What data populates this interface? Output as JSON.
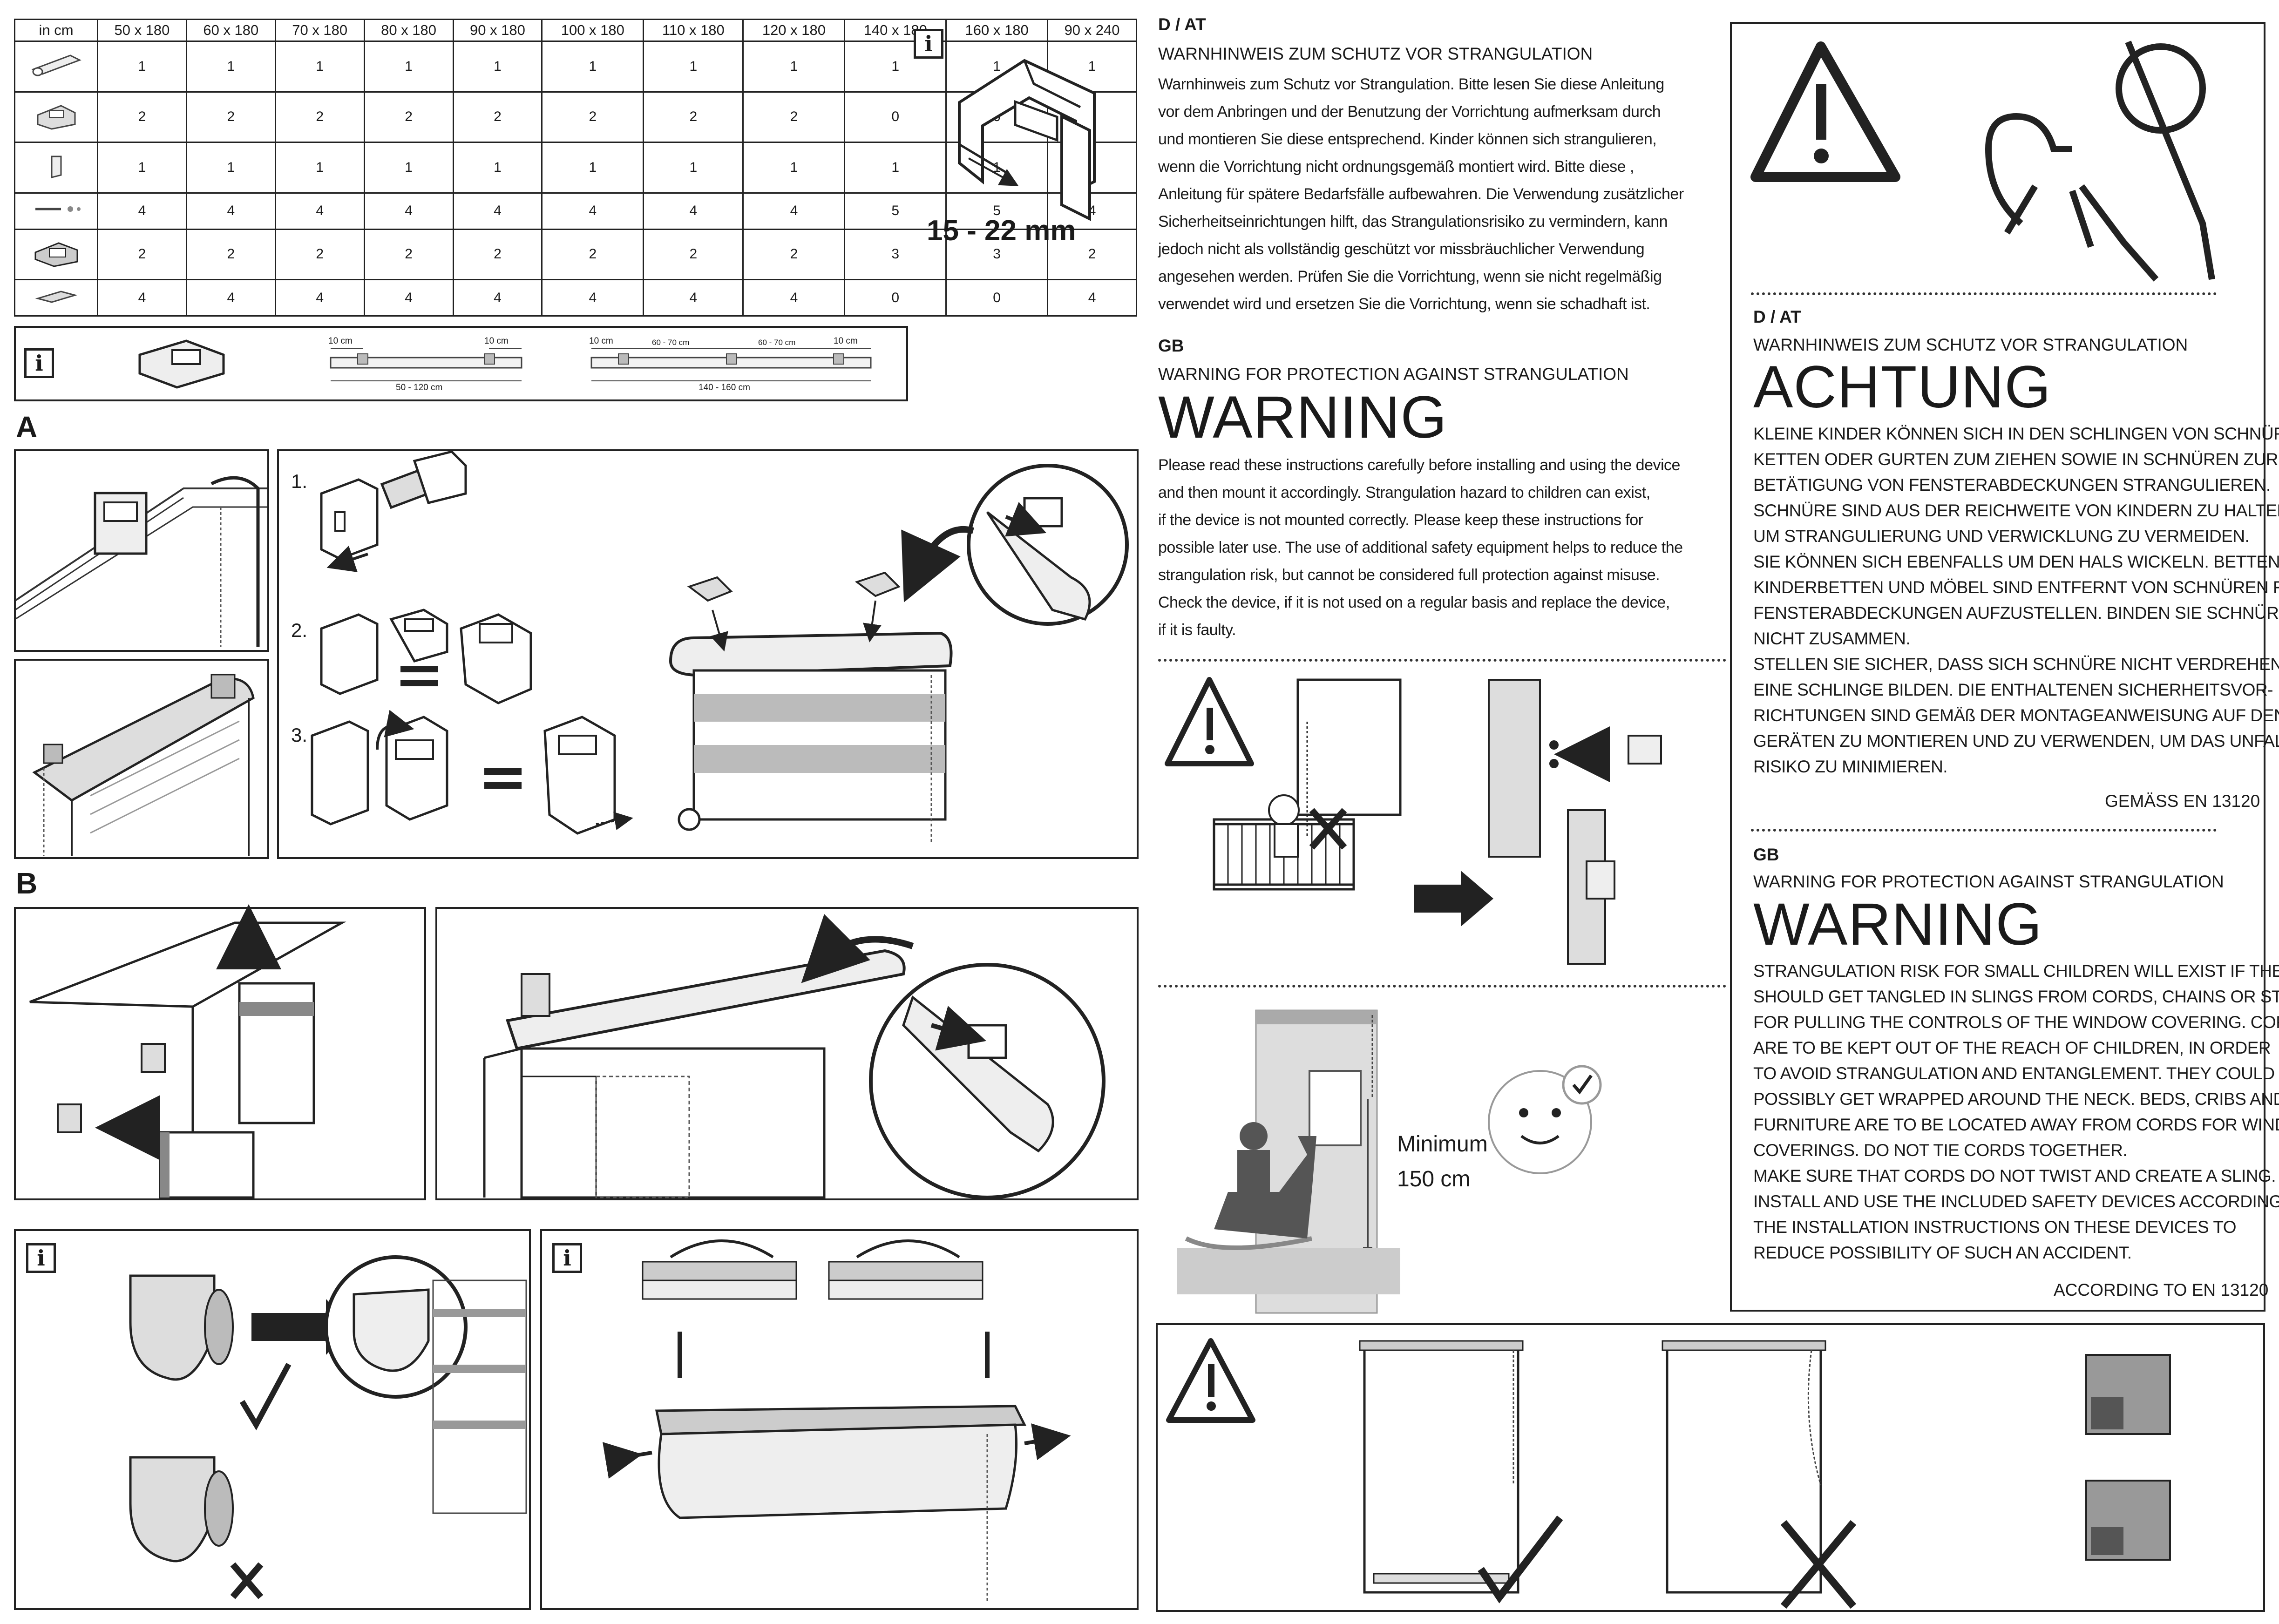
{
  "parts_table": {
    "unit_label": "in cm",
    "sizes": [
      "50 x 180",
      "60 x 180",
      "70 x 180",
      "80 x 180",
      "90 x 180",
      "100 x 180",
      "110 x 180",
      "120 x 180",
      "140 x 180",
      "160 x 180",
      "90 x 240"
    ],
    "rows": [
      {
        "part_icon": "roller-tube-icon",
        "values": [
          "1",
          "1",
          "1",
          "1",
          "1",
          "1",
          "1",
          "1",
          "1",
          "1",
          "1"
        ]
      },
      {
        "part_icon": "clamp-bracket-icon",
        "values": [
          "2",
          "2",
          "2",
          "2",
          "2",
          "2",
          "2",
          "2",
          "0",
          "0",
          "2"
        ]
      },
      {
        "part_icon": "end-cap-icon",
        "values": [
          "1",
          "1",
          "1",
          "1",
          "1",
          "1",
          "1",
          "1",
          "1",
          "1",
          "1"
        ]
      },
      {
        "part_icon": "screw-dowel-icon",
        "values": [
          "4",
          "4",
          "4",
          "4",
          "4",
          "4",
          "4",
          "4",
          "5",
          "5",
          "4"
        ]
      },
      {
        "part_icon": "mounting-clip-icon",
        "values": [
          "2",
          "2",
          "2",
          "2",
          "2",
          "2",
          "2",
          "2",
          "3",
          "3",
          "2"
        ]
      },
      {
        "part_icon": "adhesive-pad-icon",
        "values": [
          "4",
          "4",
          "4",
          "4",
          "4",
          "4",
          "4",
          "4",
          "0",
          "0",
          "4"
        ]
      }
    ]
  },
  "clamp_info": {
    "range": "15 - 22 mm"
  },
  "bracket_spacing": {
    "short": {
      "edge_left": "10 cm",
      "edge_right": "10 cm",
      "span": "50 - 120 cm"
    },
    "long": {
      "edge_left": "10 cm",
      "mid_1": "60 - 70 cm",
      "mid_2": "60 - 70 cm",
      "edge_right": "10 cm",
      "span": "140 - 160 cm"
    }
  },
  "section_a": {
    "letter": "A",
    "steps": [
      "1.",
      "2.",
      "3."
    ]
  },
  "section_b": {
    "letter": "B"
  },
  "middle_col": {
    "de_code": "D / AT",
    "de_heading": "WARNHINWEIS ZUM SCHUTZ VOR STRANGULATION",
    "de_lines": [
      "Warnhinweis zum Schutz vor Strangulation. Bitte lesen Sie diese Anleitung",
      "vor dem Anbringen und der Benutzung der Vorrichtung aufmerksam durch",
      "und montieren Sie diese entsprechend. Kinder können sich strangulieren,",
      "wenn die Vorrichtung nicht ordnungsgemäß montiert wird.  Bitte diese ,",
      "Anleitung für spätere Bedarfsfälle aufbewahren. Die Verwendung zusätzlicher",
      "Sicherheitseinrichtungen hilft, das Strangulationsrisiko zu vermindern, kann",
      "jedoch nicht als vollständig geschützt vor missbräuchlicher Verwendung",
      "angesehen werden. Prüfen Sie die Vorrichtung, wenn sie nicht regelmäßig",
      "verwendet wird und ersetzen Sie die Vorrichtung, wenn sie schadhaft ist."
    ],
    "gb_code": "GB",
    "gb_heading": "WARNING FOR PROTECTION AGAINST STRANGULATION",
    "gb_big": "WARNING",
    "gb_lines": [
      "Please read these instructions carefully before installing and using the device",
      "and then mount it accordingly. Strangulation hazard to children can exist,",
      "if the device is not mounted correctly. Please keep these instructions for",
      "possible later use. The use of additional safety equipment helps to reduce the",
      "strangulation risk, but cannot be considered full protection against misuse.",
      "Check the device, if it is not used on a regular basis and replace the device,",
      "if it is faulty."
    ],
    "minimum_label": "Minimum",
    "minimum_value": "150 cm"
  },
  "right_col": {
    "de_code": "D / AT",
    "de_heading": "WARNHINWEIS ZUM SCHUTZ VOR STRANGULATION",
    "de_big": "ACHTUNG",
    "de_lines": [
      "KLEINE KINDER KÖNNEN SICH IN DEN SCHLINGEN VON SCHNÜREN,",
      "KETTEN ODER GURTEN ZUM ZIEHEN SOWIE IN SCHNÜREN ZUR",
      "BETÄTIGUNG VON FENSTERABDECKUNGEN STRANGULIEREN.",
      "SCHNÜRE SIND AUS DER REICHWEITE VON KINDERN ZU HALTEN,",
      "UM STRANGULIERUNG UND VERWICKLUNG ZU VERMEIDEN.",
      "SIE KÖNNEN SICH EBENFALLS UM DEN HALS WICKELN. BETTEN,",
      "KINDERBETTEN UND MÖBEL SIND ENTFERNT VON SCHNÜREN FÜR",
      "FENSTERABDECKUNGEN AUFZUSTELLEN. BINDEN SIE SCHNÜRE",
      "NICHT ZUSAMMEN.",
      "STELLEN SIE SICHER, DASS SICH SCHNÜRE NICHT VERDREHEN UND",
      "EINE SCHLINGE BILDEN. DIE ENTHALTENEN SICHERHEITSVOR-",
      "RICHTUNGEN SIND GEMÄß DER MONTAGEANWEISUNG AUF DEN",
      "GERÄTEN ZU MONTIEREN UND ZU VERWENDEN, UM DAS UNFALL-",
      "RISIKO ZU MINIMIEREN."
    ],
    "de_norm": "GEMÄSS EN 13120",
    "gb_code": "GB",
    "gb_heading": "WARNING FOR PROTECTION AGAINST STRANGULATION",
    "gb_big": "WARNING",
    "gb_lines": [
      "STRANGULATION RISK FOR SMALL CHILDREN WILL EXIST IF THEY",
      "SHOULD GET TANGLED IN SLINGS FROM CORDS, CHAINS OR STRAPS",
      "FOR PULLING THE CONTROLS OF THE WINDOW COVERING. CORDS",
      "ARE TO BE KEPT OUT OF THE REACH OF CHILDREN, IN ORDER",
      "TO AVOID STRANGULATION AND ENTANGLEMENT. THEY COULD",
      "POSSIBLY GET WRAPPED AROUND THE NECK. BEDS, CRIBS AND",
      "FURNITURE ARE TO BE LOCATED AWAY FROM CORDS FOR WINDOW",
      "COVERINGS. DO NOT TIE CORDS TOGETHER.",
      "MAKE SURE THAT CORDS DO NOT TWIST AND CREATE A SLING.",
      "INSTALL AND USE THE INCLUDED SAFETY DEVICES ACCORDING TO",
      "THE INSTALLATION INSTRUCTIONS ON THESE DEVICES TO",
      "REDUCE POSSIBILITY OF SUCH AN ACCIDENT."
    ],
    "gb_norm": "ACCORDING TO EN 13120"
  },
  "info_glyph": "i",
  "colors": {
    "ink": "#1a1a1a",
    "shade": "#cfcfcf",
    "light": "#eeeeee"
  }
}
